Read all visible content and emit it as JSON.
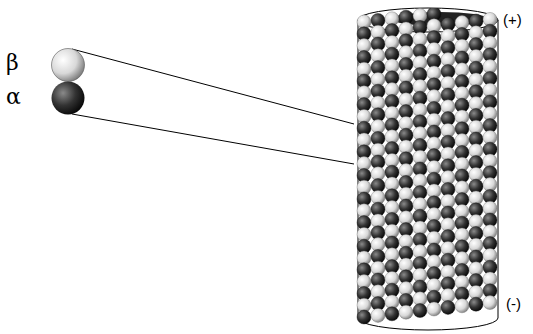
{
  "diagram": {
    "labels": [
      "β",
      "α",
      "(+)",
      "(-)"
    ]
  }
}
